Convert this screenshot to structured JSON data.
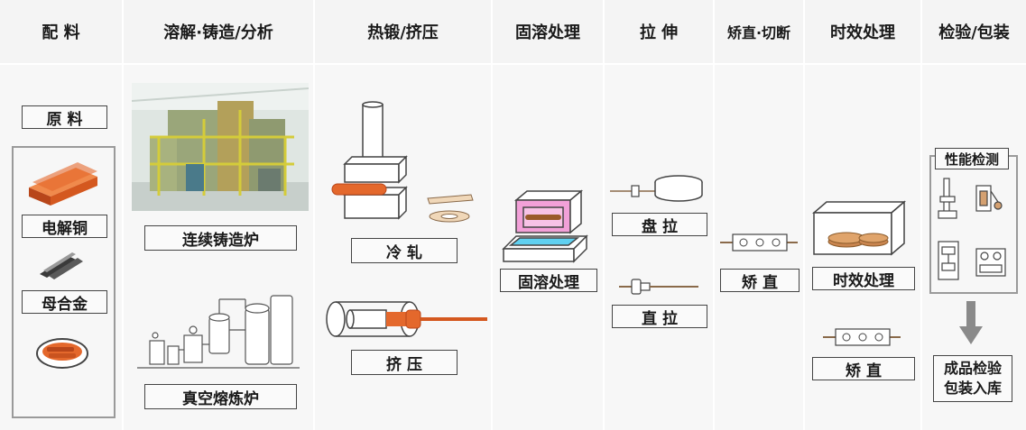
{
  "headers": {
    "materials": "配 料",
    "melting": "溶解·铸造/分析",
    "forging": "热锻/挤压",
    "solution": "固溶处理",
    "drawing": "拉 伸",
    "straighten_cut": "矫直·切断",
    "aging": "时效处理",
    "inspection": "检验/包装"
  },
  "labels": {
    "raw_material": "原 料",
    "electrolytic_copper": "电解铜",
    "master_alloy": "母合金",
    "continuous_caster": "连续铸造炉",
    "vacuum_furnace": "真空熔炼炉",
    "cold_rolling": "冷 轧",
    "extrusion": "挤 压",
    "solution_treatment": "固溶处理",
    "coil_drawing": "盘 拉",
    "straight_drawing": "直 拉",
    "straightening_1": "矫 直",
    "aging_treatment": "时效处理",
    "straightening_2": "矫 直",
    "performance_test": "性能检测",
    "final_line1": "成品检验",
    "final_line2": "包装入库"
  },
  "colors": {
    "header_bg": "#f4f4f4",
    "body_bg": "#f7f7f7",
    "copper": "#e4682c",
    "furnace_pink": "#f2a0d8",
    "quench_blue": "#5fd0f0",
    "arrow_gray": "#8a8a8a"
  }
}
